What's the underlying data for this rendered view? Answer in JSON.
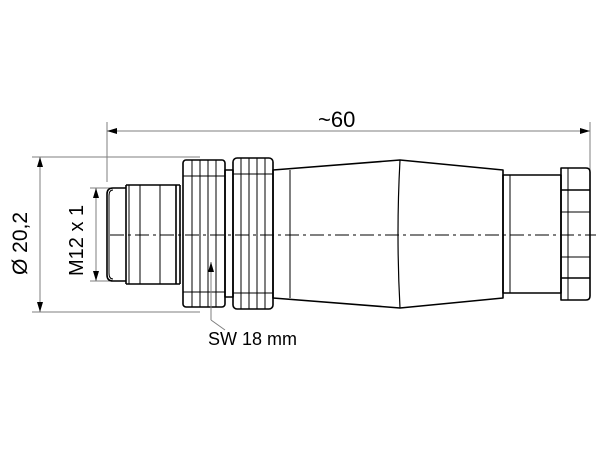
{
  "drawing": {
    "overall_length_label": "~60",
    "diameter_label": "Ø 20,2",
    "thread_label": "M12 x 1",
    "wrench_size_label": "SW 18 mm"
  },
  "colors": {
    "line": "#000000",
    "dimension_line": "#7f7f7f",
    "background": "#ffffff"
  }
}
